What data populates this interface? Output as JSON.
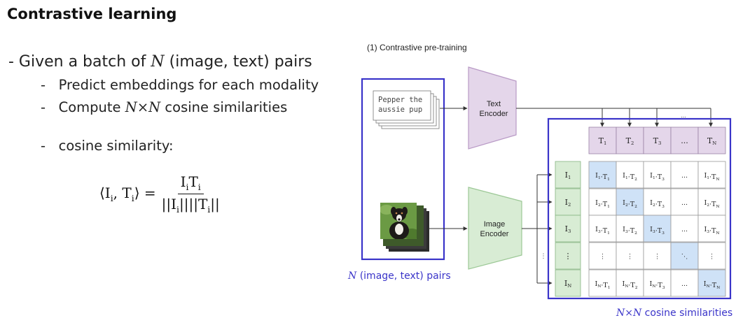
{
  "slide": {
    "title": "Contrastive learning",
    "bullets": {
      "b1_pre": "- Given a batch of ",
      "b1_var": "N",
      "b1_post": " (image, text) pairs",
      "b2": "-   Predict embeddings for each modality",
      "b3_pre": "-   Compute ",
      "b3_var": "N×N",
      "b3_post": " cosine similarities",
      "b4": "-   cosine similarity:"
    },
    "formula": {
      "lhs": "⟨I",
      "lhs_sub": "i",
      "lhs_mid": ", T",
      "lhs_sub2": "i",
      "lhs_end": "⟩ =",
      "num": "I",
      "num_sub": "i",
      "num2": "T",
      "num_sub2": "i",
      "den": "||I",
      "den_sub": "i",
      "den_mid": "||||T",
      "den_sub2": "i",
      "den_end": "||"
    }
  },
  "diagram": {
    "caption": "(1) Contrastive pre-training",
    "text_sample_line1": "Pepper the",
    "text_sample_line2": "aussie pup",
    "text_encoder_line1": "Text",
    "text_encoder_line2": "Encoder",
    "image_encoder_line1": "Image",
    "image_encoder_line2": "Encoder",
    "pairs_label_var": "N",
    "pairs_label_rest": " (image, text) pairs",
    "sim_label_var": "N×N",
    "sim_label_rest": " cosine similarities",
    "top_ellipsis": "...",
    "text_embeddings": [
      "T1",
      "T2",
      "T3",
      "...",
      "TN"
    ],
    "image_embeddings": [
      "I1",
      "I2",
      "I3",
      "⋮",
      "IN"
    ],
    "matrix": [
      [
        "I1·T1",
        "I1·T2",
        "I1·T3",
        "...",
        "I1·TN"
      ],
      [
        "I2·T1",
        "I2·T2",
        "I2·T3",
        "...",
        "I2·TN"
      ],
      [
        "I3·T1",
        "I3·T2",
        "I3·T3",
        "...",
        "I3·TN"
      ],
      [
        "⋮",
        "⋮",
        "⋮",
        "⋱",
        "⋮"
      ],
      [
        "IN·T1",
        "IN·T2",
        "IN·T3",
        "...",
        "IN·TN"
      ]
    ],
    "colors": {
      "blue_frame": "#3a34c9",
      "text_encoder_fill": "#e4d6ea",
      "text_encoder_stroke": "#b99ac6",
      "image_encoder_fill": "#d8ecd4",
      "image_encoder_stroke": "#9cc896",
      "diag_highlight": "#cfe2f7",
      "label_blue": "#3a34c9"
    }
  }
}
